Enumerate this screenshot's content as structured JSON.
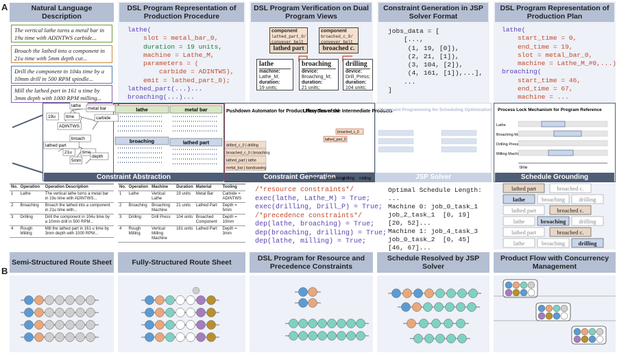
{
  "section_a": "A",
  "section_b": "B",
  "headers": {
    "nl": "Natural Language Description",
    "dsl_proc": "DSL Program Representation of Production Procedure",
    "verify": "DSL Program Verification on Dual Program Views",
    "jsp_gen": "Constraint Generation in JSP Solver Format",
    "dsl_plan": "DSL Program Representation of Production Plan",
    "c_abs": "Constraint Abstraction",
    "c_gen": "Constraint Generation",
    "jsp_solver": "JSP Solver",
    "sched_ground": "Schedule Grounding",
    "b1": "Semi-Structured Route Sheet",
    "b2": "Fully-Structured Route Sheet",
    "b3": "DSL Program for Resource and Precedence Constraints",
    "b4": "Schedule Resolved by JSP Solver",
    "b5": "Product Flow with Concurrency Management"
  },
  "nl_texts": [
    "The vertical lathe turns a metal bar in 19u time with ADINTWS carbide...",
    "Broach the lathed into a component in 21u time with 5mm depth cut...",
    "Drill the component in 104u time by a 10mm drill in 500 RPM spindle...",
    "Mill the lathed part in 161 u time by 3mm depth with 1000 RPM milling..."
  ],
  "dsl_proc_code": [
    [
      "lathe(",
      "k"
    ],
    [
      "    slot = metal_bar_0,",
      "s"
    ],
    [
      "    duration = 19 units,",
      "n"
    ],
    [
      "    machine = Lathe_M,",
      "s"
    ],
    [
      "    parameters = (",
      "s"
    ],
    [
      "        carbide = ADINTWS),",
      "s"
    ],
    [
      "    emit = lathed_part_0);",
      "s"
    ],
    [
      "lathed_part(...)...",
      "k"
    ],
    [
      "broaching(...)...",
      "k"
    ]
  ],
  "verify": {
    "comp1_title": "component",
    "comp1_body": "lathed_part_0/\nconveyer_belt",
    "comp2_title": "component",
    "comp2_body": "broached_c_0/\nconveyer_belt",
    "lathed_part": "lathed part",
    "broached": "broached c.",
    "lathe": {
      "title": "lathe",
      "k1": "machine:",
      "v1": "Lathe_M;",
      "k2": "duration:",
      "v2": "19 units;"
    },
    "broaching": {
      "title": "broaching",
      "k1": "device:",
      "v1": "Broaching_M;",
      "k2": "duration:",
      "v2": "21 units;"
    },
    "drilling": {
      "title": "drilling",
      "k1": "device:",
      "v1": "Drill_Press;",
      "k2": "duration:",
      "v2": "104 units;"
    }
  },
  "jsp_code": [
    "jobs_data = [",
    "    [...,",
    "     (1, 19, [0]),",
    "     (2, 21, [1]),",
    "     (3, 104, [2]),",
    "     (4, 161, [1]),...],",
    "    ...",
    "]"
  ],
  "dsl_plan_code": [
    [
      "lathe(",
      "k"
    ],
    [
      "    start_time = 0,",
      "s"
    ],
    [
      "    end_time = 19,",
      "s"
    ],
    [
      "    slot = metal_bar_0,",
      "s"
    ],
    [
      "    machine = Lathe_M_#0,...)",
      "s"
    ],
    [
      "broaching(",
      "k"
    ],
    [
      "    start_time = 46,",
      "s"
    ],
    [
      "    end_time = 67,",
      "s"
    ],
    [
      "    machine = ...",
      "s"
    ]
  ],
  "cabs": {
    "nodes": [
      "lathe",
      "metal bar",
      "19u",
      "time",
      "carbide",
      "ADINTWS",
      "broach",
      "lathed part",
      "21u",
      "time",
      "depth",
      "5mm"
    ],
    "card_lathe": "lathe",
    "card_metal": "metal bar",
    "card_broaching": "broaching",
    "card_lathed": "lathed part"
  },
  "cgen": {
    "title1": "Pushdown Automaton for Product Flow Traversal",
    "title2": "Lifecycles of the Intermediate Products",
    "stack": [
      "drilled_c_0 | drilling",
      "broached_c_0 | broaching",
      "lathed_part | lathe",
      "metal_bar | bandsawing"
    ],
    "axis": [
      "lathe",
      "broaching",
      "drilling",
      "milling"
    ],
    "bars": [
      "lathed_part_0",
      "broached_c_0"
    ]
  },
  "jsp_solver_title": "Constraint Programming for Scheduling Optimization",
  "sched_title": "Process Lock Mechanism for Program Reference",
  "sched_rows": [
    "Lathe",
    "Broaching Machine",
    "Drilling Press",
    "Milling Machine"
  ],
  "sched_time": "time",
  "route_semi": {
    "cols": [
      "No.",
      "Operation",
      "Operation Description"
    ],
    "rows": [
      [
        "1",
        "Lathe",
        "The vertical lathe turns a metal bar in 19u time with ADINTWS..."
      ],
      [
        "2",
        "Broaching",
        "Broach the lathed into a component in 21u time with..."
      ],
      [
        "3",
        "Drilling",
        "Drill the component in 104u time by a 10mm drill in 500 RPM..."
      ],
      [
        "4",
        "Rough Milling",
        "Mill the lathed part in 161 u time by 3mm depth with 1000 RPM..."
      ]
    ]
  },
  "route_full": {
    "cols": [
      "No.",
      "Operation",
      "Machine",
      "Duration",
      "Material",
      "Tooling"
    ],
    "rows": [
      [
        "1",
        "Lathe",
        "Vertical Lathe",
        "19 units",
        "Metal Bar",
        "Carbide = ADINTWS"
      ],
      [
        "2",
        "Broaching",
        "Broaching Machine",
        "21 units",
        "Lathed Part",
        "Depth = 5mm"
      ],
      [
        "3",
        "Drilling",
        "Drill Press",
        "104 units",
        "Broached Component",
        "Depth = 10mm"
      ],
      [
        "4",
        "Rough Milling",
        "Vertical Milling Machine",
        "161 units",
        "Lathed Part",
        "Depth = 3mm"
      ]
    ]
  },
  "constraints_code": [
    [
      "/*resource constraints*/",
      "c"
    ],
    [
      "exec(lathe, Lathe_M) = True;",
      "k"
    ],
    [
      "exec(drilling, Drill_P) = True;",
      "k"
    ],
    [
      "",
      "k"
    ],
    [
      "/*precedence constraints*/",
      "c"
    ],
    [
      "dep(lathe, broaching) = True;",
      "k"
    ],
    [
      "dep(broaching, drilling) = True;",
      "k"
    ],
    [
      "dep(lathe, milling) = True;",
      "k"
    ]
  ],
  "schedule_text": [
    "Optimal Schedule Length:",
    "...",
    "Machine 0: job_0_task_1",
    "job_2_task_1  [0, 19]",
    "[20, 52]...",
    "Machine 1: job_4_task_3",
    "job_0_task_2  [0, 45]",
    "[46, 67]..."
  ],
  "flow": {
    "r1": [
      "lathed part",
      "broached c."
    ],
    "r1b": [
      "lathe",
      "broaching",
      "drilling"
    ],
    "r2": [
      "lathed part",
      "broached c."
    ],
    "r2b": [
      "lathe",
      "broaching",
      "drilling"
    ],
    "r3": [
      "lathed part",
      "broached c."
    ],
    "r3b": [
      "lathe",
      "broaching",
      "drilling"
    ]
  },
  "colors": {
    "header": "#b4bfd3",
    "header_dark": "#4f5d75",
    "panel": "#eef1f7",
    "blue": "#5b9bd5",
    "orange": "#e8a87c",
    "teal": "#7fd1c2",
    "gray": "#cfcfcf",
    "purple": "#a77cc0",
    "olive": "#b8912f"
  }
}
